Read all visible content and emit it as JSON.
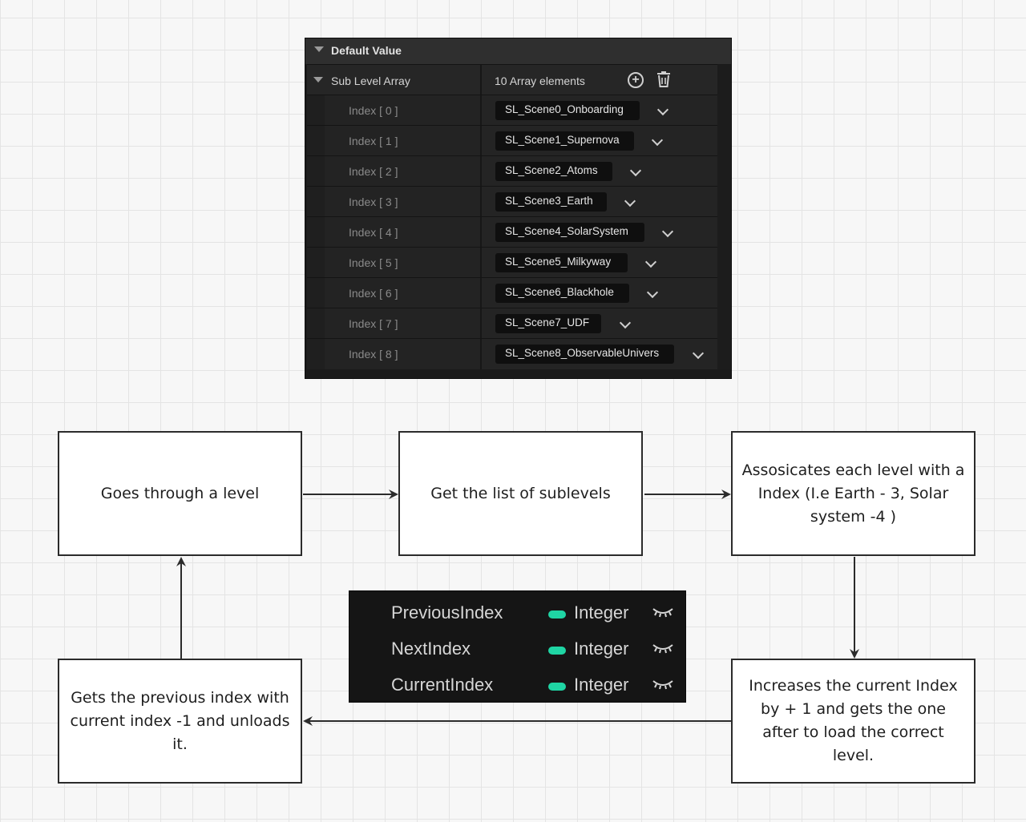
{
  "panel": {
    "header": "Default Value",
    "array_label": "Sub Level Array",
    "array_count": "10 Array elements",
    "items": [
      {
        "index": "Index [ 0 ]",
        "value": "SL_Scene0_Onboarding"
      },
      {
        "index": "Index [ 1 ]",
        "value": "SL_Scene1_Supernova"
      },
      {
        "index": "Index [ 2 ]",
        "value": "SL_Scene2_Atoms"
      },
      {
        "index": "Index [ 3 ]",
        "value": "SL_Scene3_Earth"
      },
      {
        "index": "Index [ 4 ]",
        "value": "SL_Scene4_SolarSystem"
      },
      {
        "index": "Index [ 5 ]",
        "value": "SL_Scene5_Milkyway"
      },
      {
        "index": "Index [ 6 ]",
        "value": "SL_Scene6_Blackhole"
      },
      {
        "index": "Index [ 7 ]",
        "value": "SL_Scene7_UDF"
      },
      {
        "index": "Index [ 8 ]",
        "value": "SL_Scene8_ObservableUnivers"
      }
    ]
  },
  "flow": {
    "box1": "Goes through a level",
    "box2": "Get the list of sublevels",
    "box3": "Assosicates each level with a Index (I.e Earth - 3, Solar system -4 )",
    "box4": "Gets the previous index with current index -1 and unloads it.",
    "box5": "Increases the current Index by + 1 and gets the one after to load the correct level."
  },
  "variables": [
    {
      "name": "PreviousIndex",
      "type": "Integer"
    },
    {
      "name": "NextIndex",
      "type": "Integer"
    },
    {
      "name": "CurrentIndex",
      "type": "Integer"
    }
  ],
  "colors": {
    "integer_pill": "#1fd5a4",
    "panel_bg": "#1a1a1a"
  }
}
